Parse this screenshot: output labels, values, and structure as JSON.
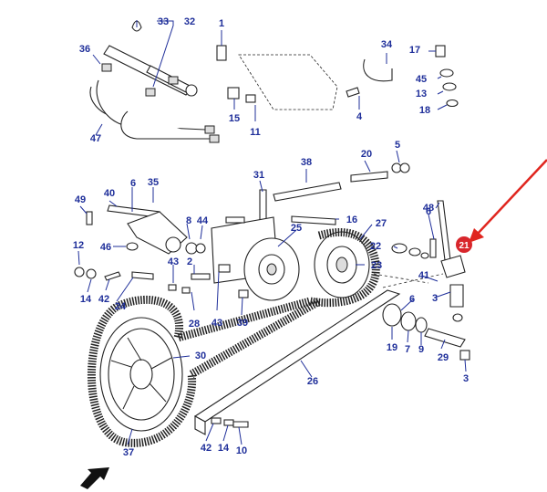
{
  "callouts": [
    {
      "id": "c1",
      "text": "1"
    },
    {
      "id": "c4",
      "text": "4"
    },
    {
      "id": "c5",
      "text": "5"
    },
    {
      "id": "c6a",
      "text": "6"
    },
    {
      "id": "c6b",
      "text": "6"
    },
    {
      "id": "c6c",
      "text": "6"
    },
    {
      "id": "c7",
      "text": "7"
    },
    {
      "id": "c8",
      "text": "8"
    },
    {
      "id": "c9",
      "text": "9"
    },
    {
      "id": "c10",
      "text": "10"
    },
    {
      "id": "c11",
      "text": "11"
    },
    {
      "id": "c12",
      "text": "12"
    },
    {
      "id": "c13",
      "text": "13"
    },
    {
      "id": "c14a",
      "text": "14"
    },
    {
      "id": "c14b",
      "text": "14"
    },
    {
      "id": "c15",
      "text": "15"
    },
    {
      "id": "c16",
      "text": "16"
    },
    {
      "id": "c17",
      "text": "17"
    },
    {
      "id": "c18",
      "text": "18"
    },
    {
      "id": "c19",
      "text": "19"
    },
    {
      "id": "c20",
      "text": "20"
    },
    {
      "id": "c22",
      "text": "22"
    },
    {
      "id": "c23",
      "text": "23"
    },
    {
      "id": "c24",
      "text": "24"
    },
    {
      "id": "c25",
      "text": "25"
    },
    {
      "id": "c26",
      "text": "26"
    },
    {
      "id": "c27",
      "text": "27"
    },
    {
      "id": "c28",
      "text": "28"
    },
    {
      "id": "c29",
      "text": "29"
    },
    {
      "id": "c30",
      "text": "30"
    },
    {
      "id": "c31",
      "text": "31"
    },
    {
      "id": "c32",
      "text": "32"
    },
    {
      "id": "c33",
      "text": "33"
    },
    {
      "id": "c34",
      "text": "34"
    },
    {
      "id": "c35",
      "text": "35"
    },
    {
      "id": "c36",
      "text": "36"
    },
    {
      "id": "c37",
      "text": "37"
    },
    {
      "id": "c38",
      "text": "38"
    },
    {
      "id": "c39",
      "text": "39"
    },
    {
      "id": "c40",
      "text": "40"
    },
    {
      "id": "c41",
      "text": "41"
    },
    {
      "id": "c42a",
      "text": "42"
    },
    {
      "id": "c42b",
      "text": "42"
    },
    {
      "id": "c43a",
      "text": "43"
    },
    {
      "id": "c43b",
      "text": "43"
    },
    {
      "id": "c44",
      "text": "44"
    },
    {
      "id": "c45",
      "text": "45"
    },
    {
      "id": "c46",
      "text": "46"
    },
    {
      "id": "c47",
      "text": "47"
    },
    {
      "id": "c48",
      "text": "48"
    },
    {
      "id": "c49",
      "text": "49"
    },
    {
      "id": "c2",
      "text": "2"
    },
    {
      "id": "c3a",
      "text": "3"
    },
    {
      "id": "c3b",
      "text": "3"
    }
  ],
  "highlight": {
    "text": "21"
  },
  "colors": {
    "callout": "#1f2f9a",
    "highlight": "#d8262c",
    "arrow": "#e0261f"
  },
  "icons": {
    "pointer": "red-arrow-icon",
    "orientation": "direction-arrow-icon"
  }
}
